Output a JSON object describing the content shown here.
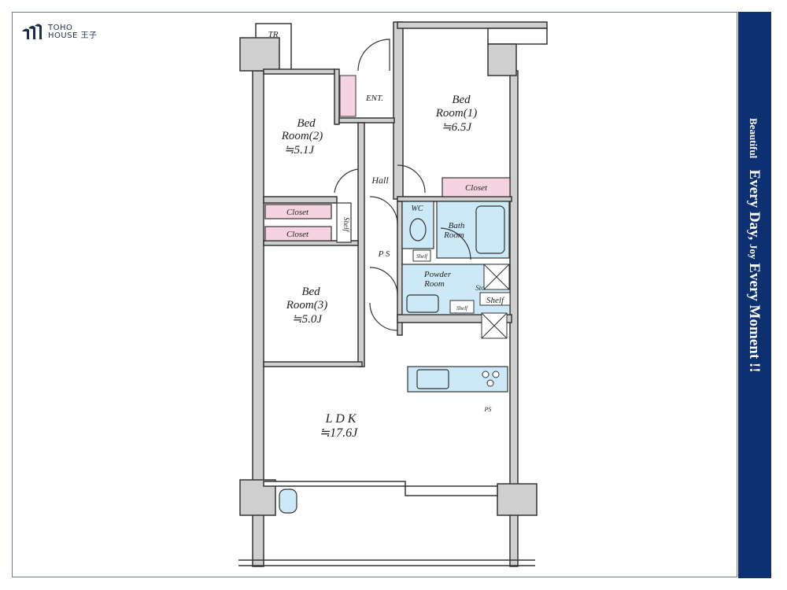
{
  "logo": {
    "line1": "TOHO",
    "line2": "HOUSE 王子"
  },
  "tagline": {
    "part1": "Beautiful",
    "part2": "Every Day,",
    "part3": "Joy",
    "part4": "Every Moment !!"
  },
  "rooms": {
    "tr": "TR",
    "ent": "ENT.",
    "bed1": {
      "l1": "Bed",
      "l2": "Room(1)",
      "size": "≒6.5J"
    },
    "bed2": {
      "l1": "Bed",
      "l2": "Room(2)",
      "size": "≒5.1J"
    },
    "bed3": {
      "l1": "Bed",
      "l2": "Room(3)",
      "size": "≒5.0J"
    },
    "hall": "Hall",
    "closet": "Closet",
    "sto": "Sto",
    "shelf": "Shelf",
    "wc": "WC",
    "bath": {
      "l1": "Bath",
      "l2": "Room"
    },
    "ps": "P S",
    "powder": {
      "l1": "Powder",
      "l2": "Room"
    },
    "ldk": {
      "l1": "L D K",
      "size": "≒17.6J"
    },
    "ps2": "PS"
  },
  "colors": {
    "navy": "#0d3170",
    "wall": "#cfcfcf",
    "closet": "#f6d3e0",
    "wet": "#cde8f6"
  }
}
